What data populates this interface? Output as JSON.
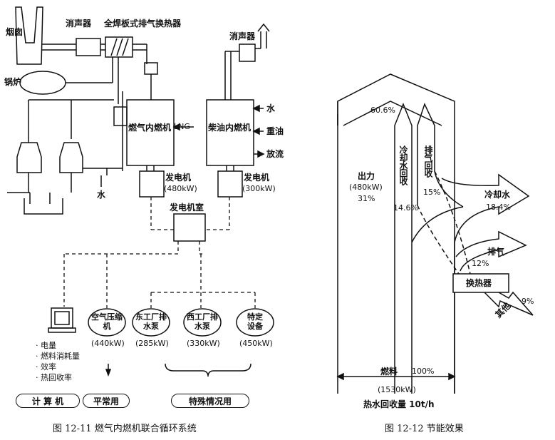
{
  "left": {
    "chimney": "烟囱",
    "silencer_top": "消声器",
    "heat_exchanger_title": "全焊板式排气换热器",
    "boiler": "锅炉",
    "silencer_right": "消声器",
    "gas_engine": "燃气内燃机",
    "lng": "LNG",
    "diesel_engine": "柴油内燃机",
    "water_in": "水",
    "heavy_oil": "重油",
    "discharge": "放流",
    "water_bottom": "水",
    "gen1_label": "发电机",
    "gen1_kw": "(480kW)",
    "gen2_label": "发电机",
    "gen2_kw": "(300kW)",
    "gen_room": "发电机室",
    "air_comp": "空气压缩机",
    "air_comp_kw": "(440kW)",
    "east_pump": "东工厂排水泵",
    "east_pump_kw": "(285kW)",
    "west_pump": "西工厂排水泵",
    "west_pump_kw": "(330kW)",
    "special_equip": "特定设备",
    "special_equip_kw": "(450kW)",
    "measures": [
      "· 电量",
      "· 燃料消耗量",
      "· 效率",
      "· 热回收率"
    ],
    "computer_label": "计 算 机",
    "normal_use": "平常用",
    "special_use": "特殊情况用",
    "caption": "图 12-11   燃气内燃机联合循环系统"
  },
  "right": {
    "top_pct": "60.6%",
    "output_label": "出力",
    "output_kw": "(480kW)",
    "output_pct": "31%",
    "cooling_recovery": "冷却水回收",
    "cooling_recovery_pct": "14.6%",
    "exhaust_recovery": "排气回收",
    "exhaust_recovery_pct": "15%",
    "cooling_water": "冷却水",
    "cooling_water_pct": "18.4%",
    "exhaust": "排气",
    "exhaust_pct": "12%",
    "exchanger": "换热器",
    "other": "其他",
    "other_pct": "9%",
    "fuel": "燃料",
    "fuel_pct": "100%",
    "fuel_kw": "(1530kW)",
    "hot_water": "热水回收量 10t/h",
    "caption": "图 12-12    节能效果"
  }
}
